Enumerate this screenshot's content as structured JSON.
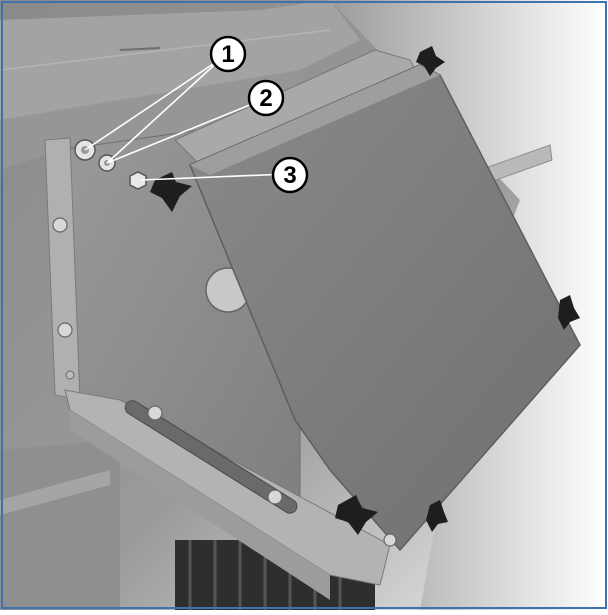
{
  "colors": {
    "frame_border": "#3f73ad",
    "background_light": "#ececec",
    "panel_gray": "#8c8c8c",
    "cover_gray": "#7a7a7a",
    "dark_knob": "#1e1e1e",
    "callout_fill": "#ffffff",
    "callout_stroke": "#000000"
  },
  "callouts": [
    {
      "id": "1",
      "label": "1",
      "part": "washer"
    },
    {
      "id": "2",
      "label": "2",
      "part": "washer"
    },
    {
      "id": "3",
      "label": "3",
      "part": "nut"
    }
  ]
}
